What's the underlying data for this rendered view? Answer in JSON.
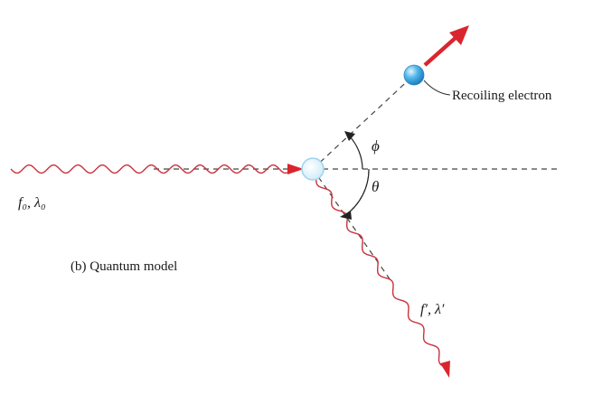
{
  "figure": {
    "caption": "(b) Quantum model",
    "labels": {
      "recoil_electron": "Recoiling electron",
      "incident_photon": "f₀, λ₀",
      "scattered_photon": "f′, λ′",
      "phi": "ϕ",
      "theta": "θ"
    },
    "colors": {
      "photon_wave": "#c8323c",
      "arrow": "#d9262e",
      "dashed_line": "#444444",
      "electron_fill": "#56b9ea",
      "electron_ring": "#bfe4f7"
    },
    "icons": {
      "electron": "sphere",
      "arrowhead": "filled-triangle"
    }
  }
}
